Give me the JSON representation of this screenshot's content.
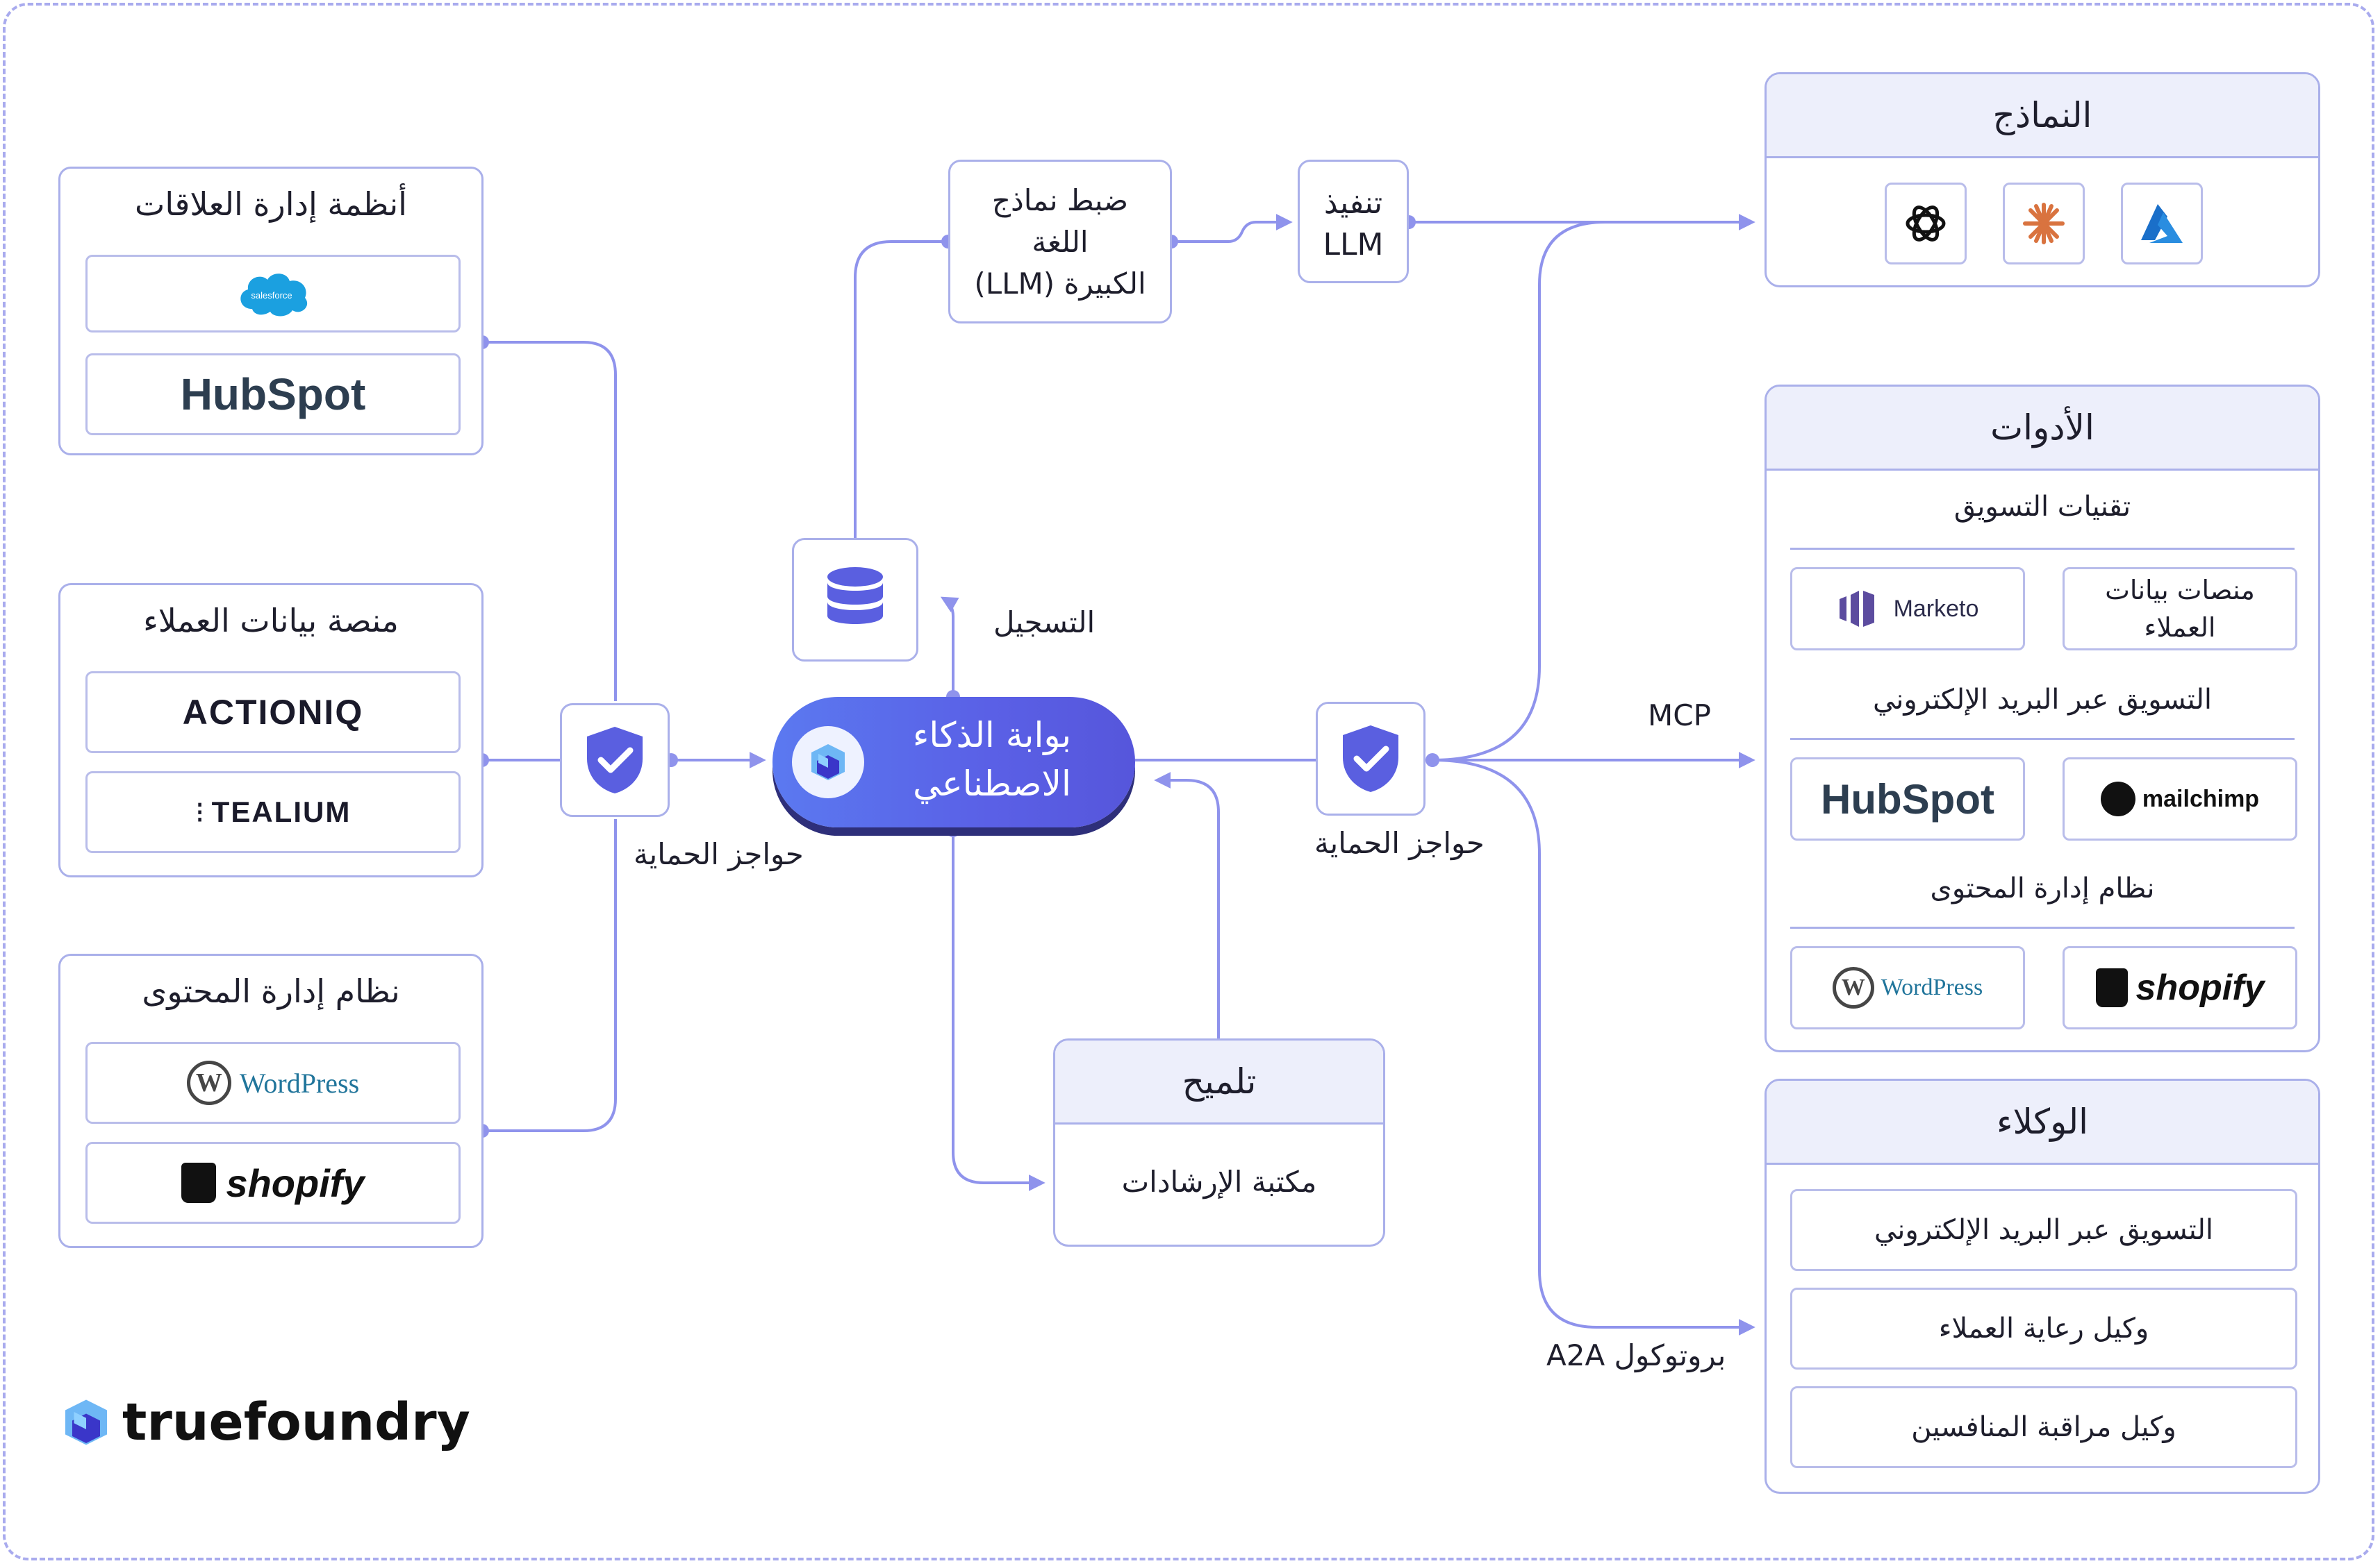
{
  "left": {
    "crm": {
      "title": "أنظمة إدارة العلاقات",
      "logos": [
        "salesforce",
        "HubSpot"
      ]
    },
    "cdp": {
      "title": "منصة بيانات العملاء",
      "logos": [
        "ACTIONIQ",
        "TEALIUM"
      ]
    },
    "cms": {
      "title": "نظام إدارة المحتوى",
      "logos": [
        "WordPress",
        "shopify"
      ]
    }
  },
  "guardrails_label": "حواجز الحماية",
  "gateway": {
    "line1": "بوابة الذكاء",
    "line2": "الاصطناعي"
  },
  "logging_label": "التسجيل",
  "finetune": {
    "line1": "ضبط نماذج",
    "line2": "اللغة",
    "line3": "الكبيرة (LLM)"
  },
  "llm_run": {
    "line1": "تنفيذ",
    "line2": "LLM"
  },
  "prompt": {
    "title": "تلميح",
    "body": "مكتبة الإرشادات"
  },
  "mcp_label": "MCP",
  "a2a_label": "بروتوكول A2A",
  "models": {
    "title": "النماذج",
    "icons": [
      "openai-icon",
      "anthropic-icon",
      "azure-icon"
    ]
  },
  "tools": {
    "title": "الأدوات",
    "marketing_tech": {
      "title": "تقنيات التسويق",
      "items": [
        "Marketo",
        "منصات بيانات العملاء"
      ]
    },
    "email": {
      "title": "التسويق عبر البريد الإلكتروني",
      "items": [
        "HubSpot",
        "mailchimp"
      ]
    },
    "cms": {
      "title": "نظام إدارة المحتوى",
      "items": [
        "WordPress",
        "shopify"
      ]
    }
  },
  "agents": {
    "title": "الوكلاء",
    "items": [
      "التسويق عبر البريد الإلكتروني",
      "وكيل رعاية العملاء",
      "وكيل مراقبة المنافسين"
    ]
  },
  "brand": {
    "name": "truefoundry"
  },
  "colors": {
    "accent": "#6a6fe6",
    "line": "#8f93ec",
    "border": "#aab0ea",
    "head": "#edeffb"
  }
}
